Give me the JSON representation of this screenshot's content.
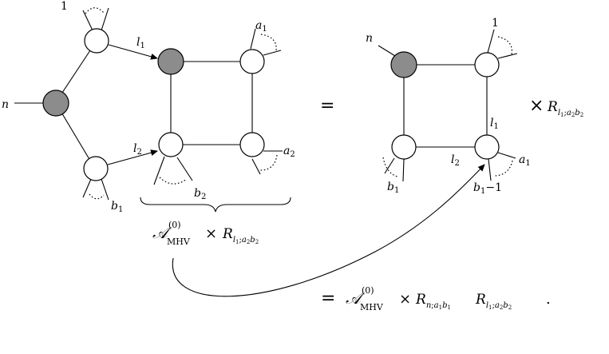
{
  "labels": {
    "one": "1",
    "n": "n",
    "l": "l",
    "a": "a",
    "b": "b",
    "sub_1": "1",
    "sub_2": "2",
    "minus_one": "−1"
  },
  "operators": {
    "equals": "=",
    "times": "×",
    "period": "."
  },
  "symbols": {
    "amplitude": "𝒜",
    "superscript": "(0)",
    "mhv": "MHV",
    "R": "R"
  }
}
